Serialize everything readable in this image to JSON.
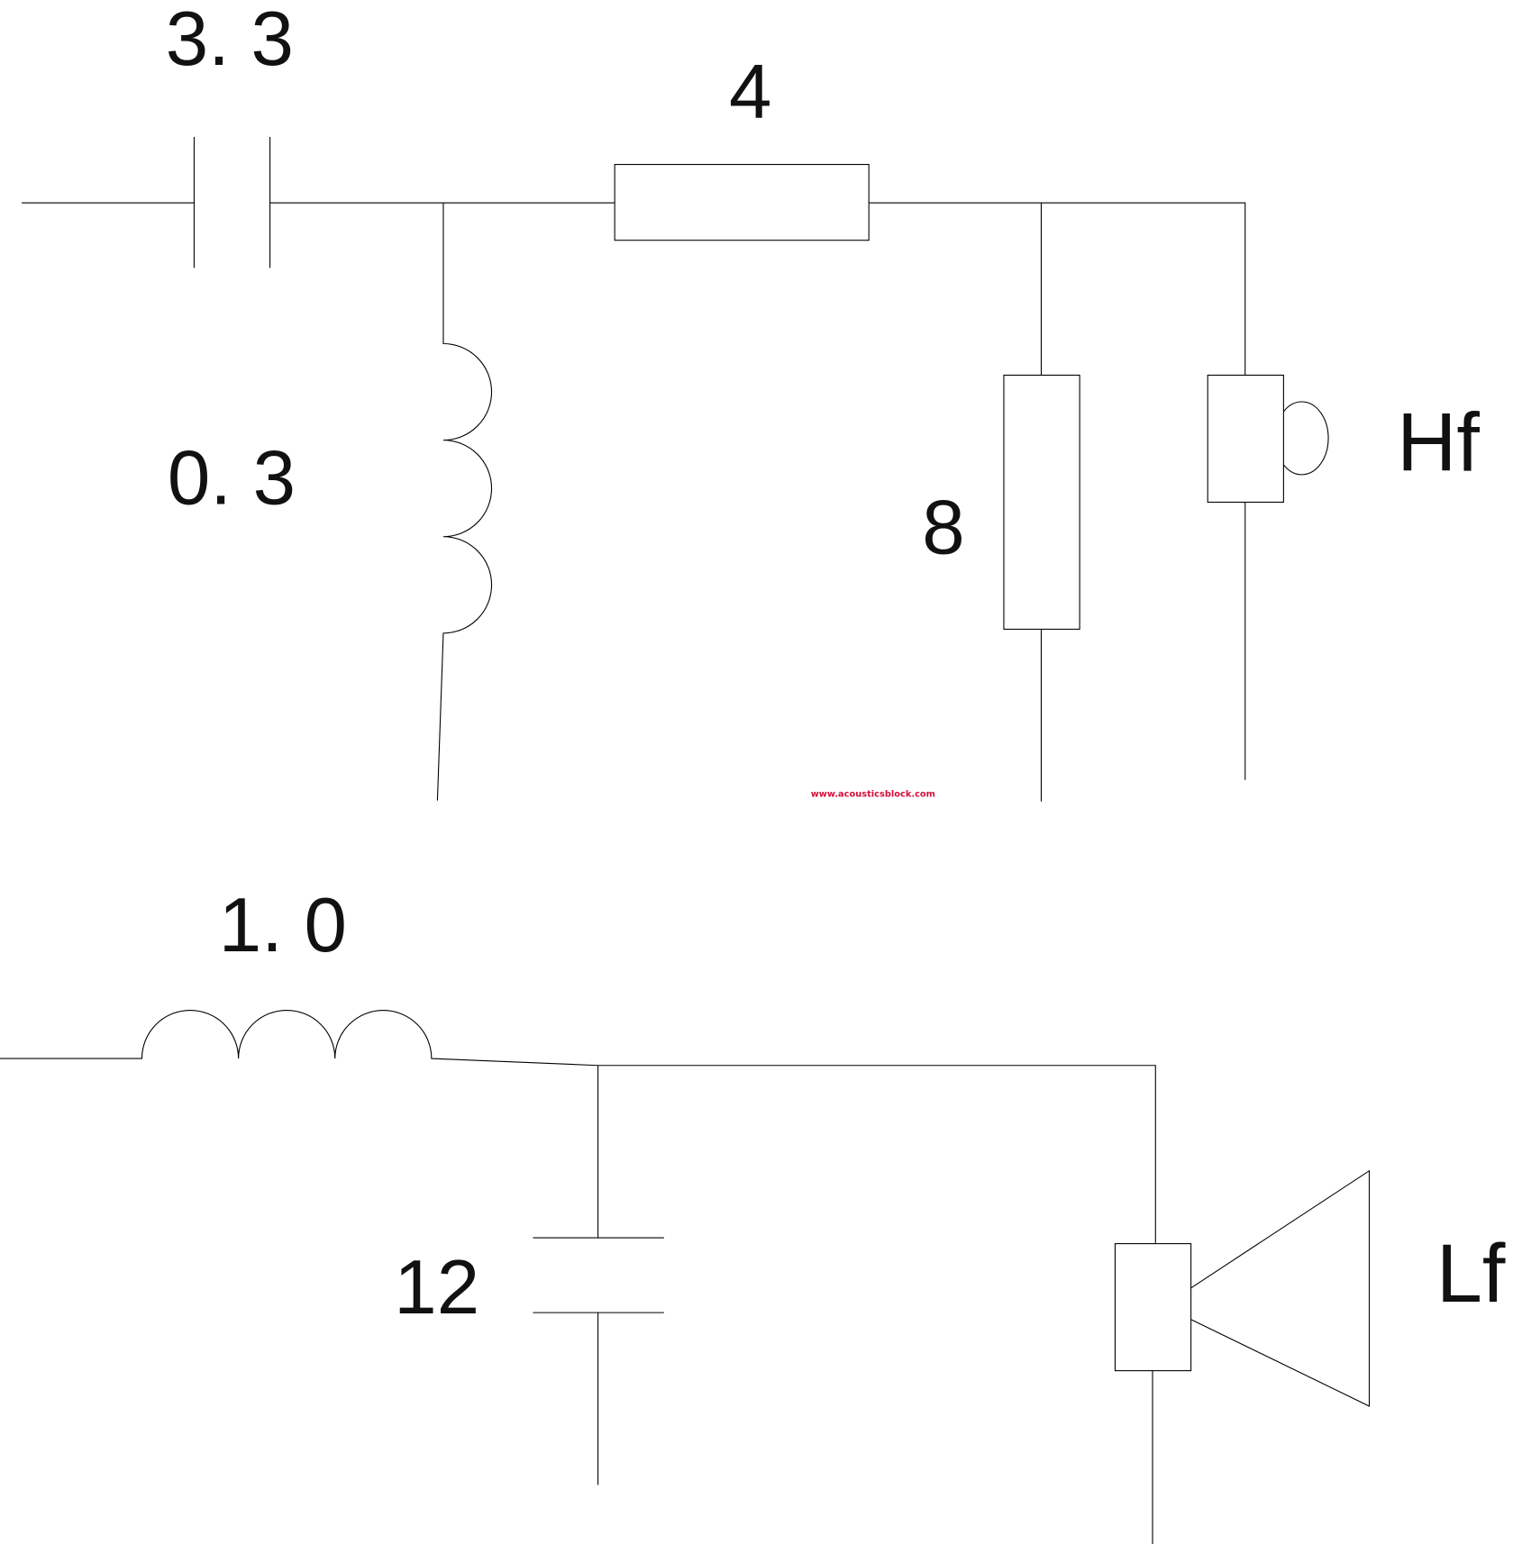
{
  "high_pass": {
    "capacitor_label": "3. 3",
    "resistor_series_label": "4",
    "inductor_label": "0. 3",
    "resistor_shunt_label": "8",
    "driver_label": "Hf"
  },
  "low_pass": {
    "inductor_label": "1. 0",
    "capacitor_label": "12",
    "driver_label": "Lf"
  },
  "watermark": {
    "text": "www.acousticsblock.com",
    "color": "#d0103a"
  }
}
